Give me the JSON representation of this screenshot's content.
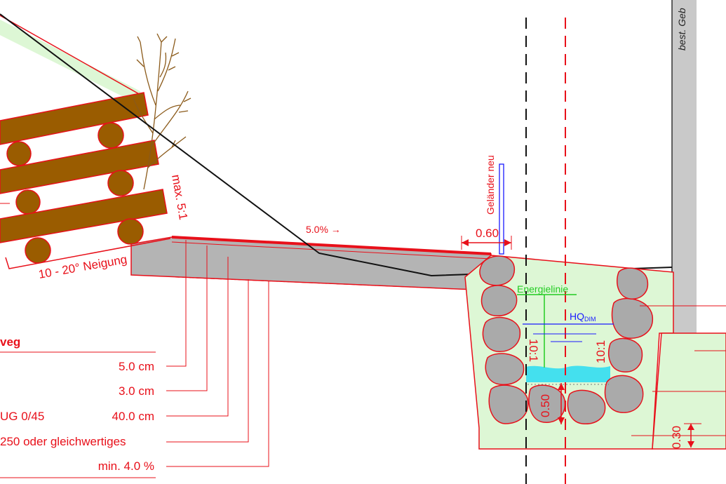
{
  "labels": {
    "slope_ratio": "max. 5:1",
    "incline": "10 - 20° Neigung",
    "gradient": "5.0% →",
    "railing": "Geländer neu",
    "railing_offset": "0.60",
    "energy_line": "Energielinie",
    "hq_main": "HQ",
    "hq_sub": "DIM",
    "wall_slope_left": "10:1",
    "wall_slope_right": "10:1",
    "depth_channel": "0.50",
    "depth_foundation": "0.30",
    "building": "best. Geb"
  },
  "legend": {
    "title": "veg",
    "rows": [
      {
        "left": "",
        "right": "5.0 cm"
      },
      {
        "left": "",
        "right": "3.0 cm"
      },
      {
        "left": "UG 0/45",
        "right": "40.0 cm"
      },
      {
        "left": "250 oder gleichwertiges",
        "right": ""
      },
      {
        "left": "",
        "right": "min. 4.0 %"
      }
    ]
  },
  "colors": {
    "outline": "#e8101a",
    "wood": "#9a5c00",
    "concrete": "#b4b4b4",
    "stone": "#aaaaaa",
    "fill_green": "#ddf7d5",
    "water": "#44e0ee",
    "energy": "#22cc22",
    "hq": "#1a1aff"
  }
}
